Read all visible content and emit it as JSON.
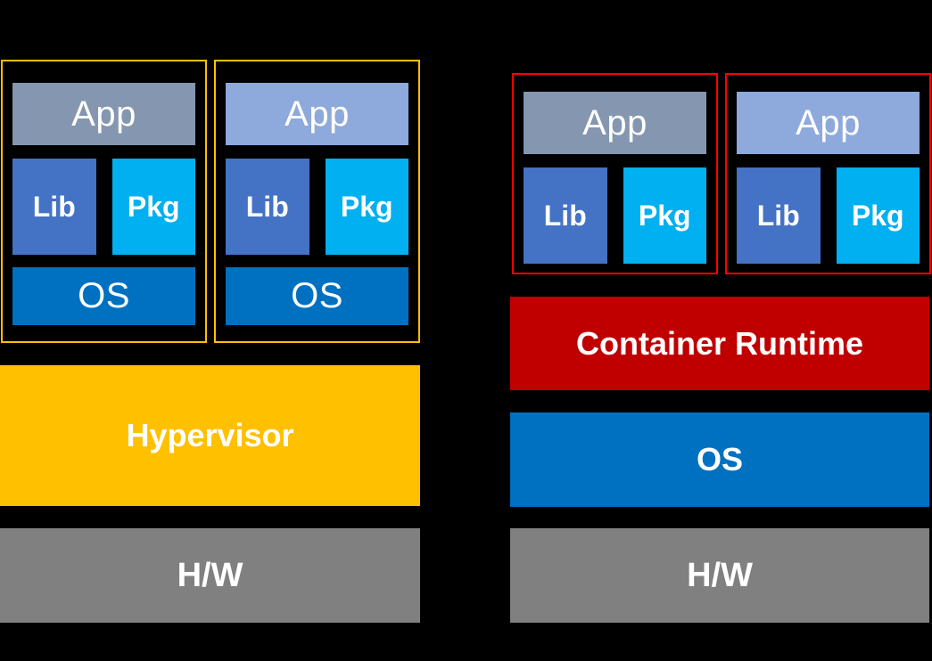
{
  "colors": {
    "background": "#000000",
    "text": "#FFFFFF",
    "vm_border": "#FFC000",
    "container_border": "#FF0000",
    "app_slate": "#8496B0",
    "app_periwinkle": "#8EA9DB",
    "lib": "#4472C4",
    "pkg": "#00B0F0",
    "os": "#0070C0",
    "hypervisor": "#FFC000",
    "runtime": "#C00000",
    "hardware": "#808080"
  },
  "left": {
    "vms": [
      {
        "app": "App",
        "lib": "Lib",
        "pkg": "Pkg",
        "os": "OS"
      },
      {
        "app": "App",
        "lib": "Lib",
        "pkg": "Pkg",
        "os": "OS"
      }
    ],
    "hypervisor": "Hypervisor",
    "hardware": "H/W"
  },
  "right": {
    "containers": [
      {
        "app": "App",
        "lib": "Lib",
        "pkg": "Pkg"
      },
      {
        "app": "App",
        "lib": "Lib",
        "pkg": "Pkg"
      }
    ],
    "runtime": "Container Runtime",
    "os": "OS",
    "hardware": "H/W"
  }
}
